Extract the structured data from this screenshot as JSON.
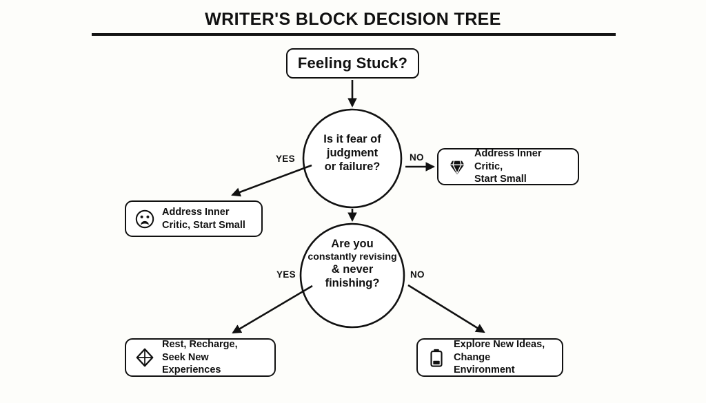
{
  "header": {
    "title": "WRITER'S BLOCK DECISION TREE"
  },
  "diagram": {
    "type": "decision-tree",
    "root": {
      "label": "Feeling Stuck?",
      "shape": "rounded-rect"
    },
    "decisions": [
      {
        "id": "decision-1",
        "shape": "circle",
        "lines": [
          "Is it fear of",
          "judgment",
          "or failure?"
        ],
        "yes_label": "YES",
        "no_label": "NO"
      },
      {
        "id": "decision-2",
        "shape": "circle",
        "lines": [
          "Are you",
          "constantly revising",
          "& never",
          "finishing?"
        ],
        "yes_label": "YES",
        "no_label": "NO"
      }
    ],
    "outcomes": [
      {
        "id": "outcome-yes-1",
        "icon": "worried-face-icon",
        "text": "Address Inner\nCritic, Start Small",
        "branch": "YES",
        "from": "decision-1"
      },
      {
        "id": "outcome-no-1",
        "icon": "gem-icon",
        "text": "Address Inner Critic,\nStart Small",
        "branch": "NO",
        "from": "decision-1"
      },
      {
        "id": "outcome-yes-2",
        "icon": "rhombus-icon",
        "text": "Rest, Recharge,\nSeek New Experiences",
        "branch": "YES",
        "from": "decision-2"
      },
      {
        "id": "outcome-no-2",
        "icon": "battery-low-icon",
        "text": "Explore New Ideas,\nChange Environment",
        "branch": "NO",
        "from": "decision-2"
      }
    ],
    "colors": {
      "background": "#fdfdfa",
      "stroke": "#111111",
      "node_fill": "#ffffff",
      "text": "#111111"
    }
  }
}
